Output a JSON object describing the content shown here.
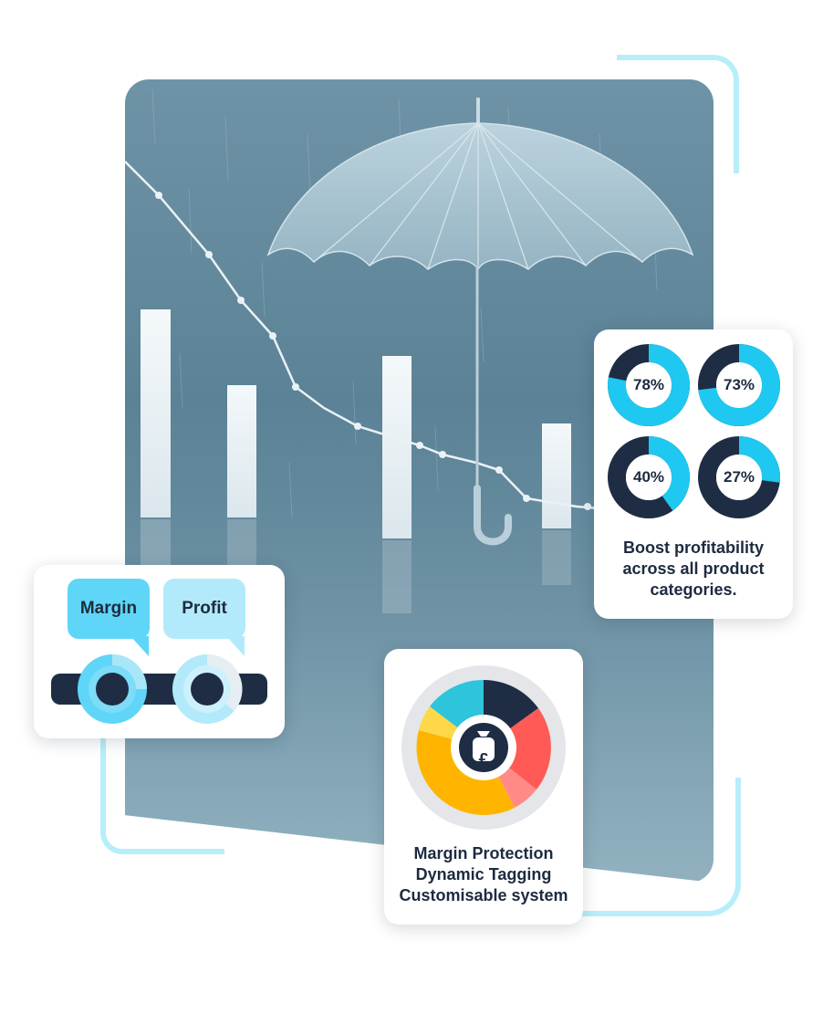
{
  "profit_card": {
    "caption_lines": [
      "Boost profitability",
      "across all product",
      "categories."
    ],
    "donuts": [
      {
        "label": "78%",
        "value": 78
      },
      {
        "label": "73%",
        "value": 73
      },
      {
        "label": "40%",
        "value": 40
      },
      {
        "label": "27%",
        "value": 27
      }
    ],
    "accent_color": "#1ec8f0",
    "dark_color": "#1f2d44"
  },
  "slider_card": {
    "bubbles": [
      {
        "label": "Margin",
        "color": "#5fd6f7"
      },
      {
        "label": "Profit",
        "color": "#b3eafb"
      }
    ]
  },
  "features_card": {
    "lines": [
      "Margin Protection",
      "Dynamic Tagging",
      "Customisable system"
    ],
    "icon": "money-bag-pound-icon",
    "icon_glyph": "£"
  }
}
